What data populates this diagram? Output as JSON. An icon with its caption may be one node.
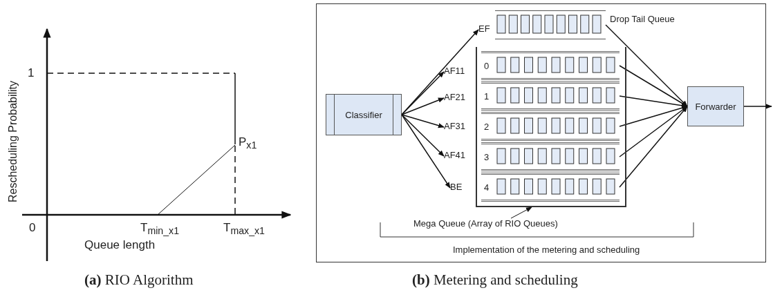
{
  "diagram": {
    "nodes": [
      {
        "text": [
          "Classifier"
        ]
      },
      {
        "text": [
          "EF"
        ]
      },
      {
        "text": [
          "AF11"
        ]
      },
      {
        "text": [
          "AF21"
        ]
      },
      {
        "text": [
          "AF31"
        ]
      },
      {
        "text": [
          "AF41"
        ]
      },
      {
        "text": [
          "BE"
        ]
      },
      {
        "text": [],
        "shape": "box",
        "beside": [
          "Drop Tail Queue"
        ]
      },
      {
        "text": [],
        "shape": "box"
      },
      {
        "text": [
          "0"
        ],
        "in": 8
      },
      {
        "text": [
          "1"
        ],
        "in": 8
      },
      {
        "text": [
          "2"
        ],
        "in": 8
      },
      {
        "text": [
          "3"
        ],
        "in": 8
      },
      {
        "text": [
          "4"
        ],
        "in": 8
      },
      {
        "text": [
          "Mega Queue (Array of RIO Queues)"
        ]
      },
      {
        "text": [
          "Forwarder"
        ]
      }
    ],
    "edges": [
      {
        "from": 0,
        "to": 1,
        "arrow": "to"
      },
      {
        "from": 0,
        "to": 2,
        "arrow": "to"
      },
      {
        "from": 0,
        "to": 3,
        "arrow": "to"
      },
      {
        "from": 0,
        "to": 4,
        "arrow": "to"
      },
      {
        "from": 0,
        "to": 5,
        "arrow": "to"
      },
      {
        "from": 0,
        "to": 6,
        "arrow": "to"
      },
      {
        "from": 7,
        "to": 15,
        "arrow": "to"
      },
      {
        "from": 9,
        "to": 15,
        "arrow": "to"
      },
      {
        "from": 10,
        "to": 15,
        "arrow": "to"
      },
      {
        "from": 11,
        "to": 15,
        "arrow": "to"
      },
      {
        "from": 12,
        "to": 15,
        "arrow": "to"
      },
      {
        "from": 13,
        "to": 15,
        "arrow": "to"
      },
      {
        "from": 15,
        "to": null,
        "arrow": "to"
      },
      {
        "from": 14,
        "to": 8,
        "arrow": "to"
      }
    ],
    "labels": [
      "Rescheduling Probability",
      "1",
      "P$_{x1}$",
      "0",
      "T$_{min_x1}$",
      "T$_{max_x1}$",
      "Queue length",
      "**(a)** RIO Algorithm",
      "Implementation of the metering and scheduling",
      "**(b)** Metering and scheduling"
    ]
  }
}
